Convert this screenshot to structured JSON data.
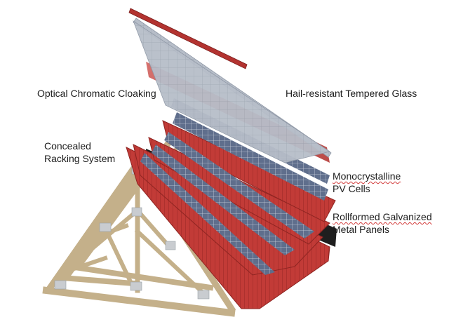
{
  "labels": {
    "optical_cloaking": "Optical Chromatic Cloaking",
    "tempered_glass": "Hail-resistant Tempered Glass",
    "racking_line1": "Concealed",
    "racking_line2": "Racking System",
    "mono_line1": "Monocrystalline",
    "mono_line2": "PV Cells",
    "roll_line1": "Rollformed Galvanized",
    "roll_line2": "Metal Panels"
  },
  "colors": {
    "glass": "#b9c0cb",
    "cloak_red": "#c0504d",
    "metal_red": "#c23b37",
    "pv_cell": "#5a6a86",
    "underlay": "#1e1e1e",
    "wood": "#c4b08a",
    "bracket": "#c9ccd0"
  }
}
